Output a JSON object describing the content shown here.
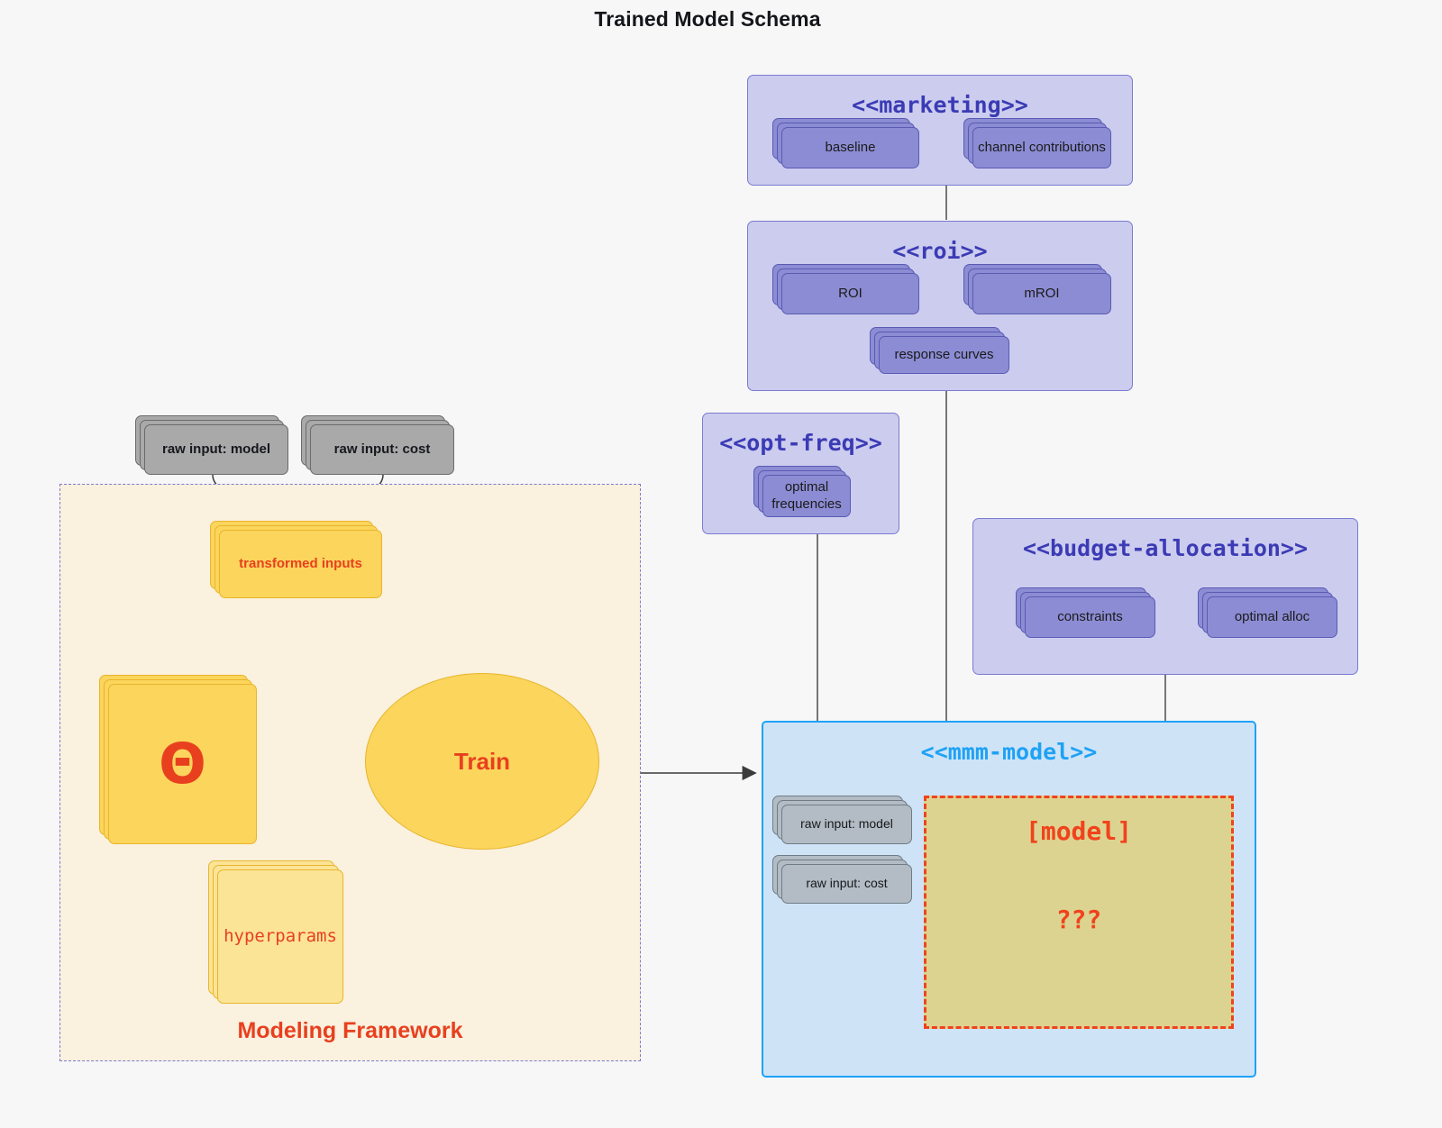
{
  "title": "Trained Model Schema",
  "packages": [
    {
      "id": "marketing",
      "name": "<<marketing>>",
      "nodes": [
        {
          "label": "baseline"
        },
        {
          "label": "channel contributions"
        }
      ]
    },
    {
      "id": "roi",
      "name": "<<roi>>",
      "nodes": [
        {
          "label": "ROI"
        },
        {
          "label": "mROI"
        },
        {
          "label": "response curves"
        }
      ]
    },
    {
      "id": "opt-freq",
      "name": "<<opt-freq>>",
      "nodes": [
        {
          "label": "optimal\nfrequencies"
        }
      ]
    },
    {
      "id": "budget-allocation",
      "name": "<<budget-allocation>>",
      "nodes": [
        {
          "label": "constraints"
        },
        {
          "label": "optimal alloc"
        }
      ]
    }
  ],
  "mmm_model": {
    "name": "<<mmm-model>>",
    "inputs": [
      {
        "label": "raw input: model"
      },
      {
        "label": "raw input: cost"
      }
    ],
    "slot": {
      "title": "[model]",
      "unknown": "???"
    }
  },
  "framework": {
    "label": "Modeling Framework",
    "raw_inputs": [
      {
        "label": "raw input: model"
      },
      {
        "label": "raw input: cost"
      }
    ],
    "transformed_inputs": "transformed inputs",
    "theta": "Θ",
    "hyperparams": "hyperparams",
    "train": "Train"
  },
  "colors": {
    "background": "#f7f7f8",
    "package_fill": "#ccccef",
    "package_stroke": "#7b7bd0",
    "package_title": "#3b3bb5",
    "node_fill": "#8c8cd4",
    "node_stroke": "#5a5ab4",
    "raw_input_fill": "#a9a9a9",
    "raw_input_stroke": "#6b6b6b",
    "framework_fill": "#faf1de",
    "framework_stroke": "#7b7bd0",
    "accent_red": "#e8401f",
    "yellow_fill": "#fbd55c",
    "yellow_stroke": "#e8b52b",
    "mmm_fill": "#cfe3f7",
    "mmm_stroke": "#1ea2f5",
    "slot_fill": "#ddd391",
    "slot_stroke": "#f0431c"
  }
}
